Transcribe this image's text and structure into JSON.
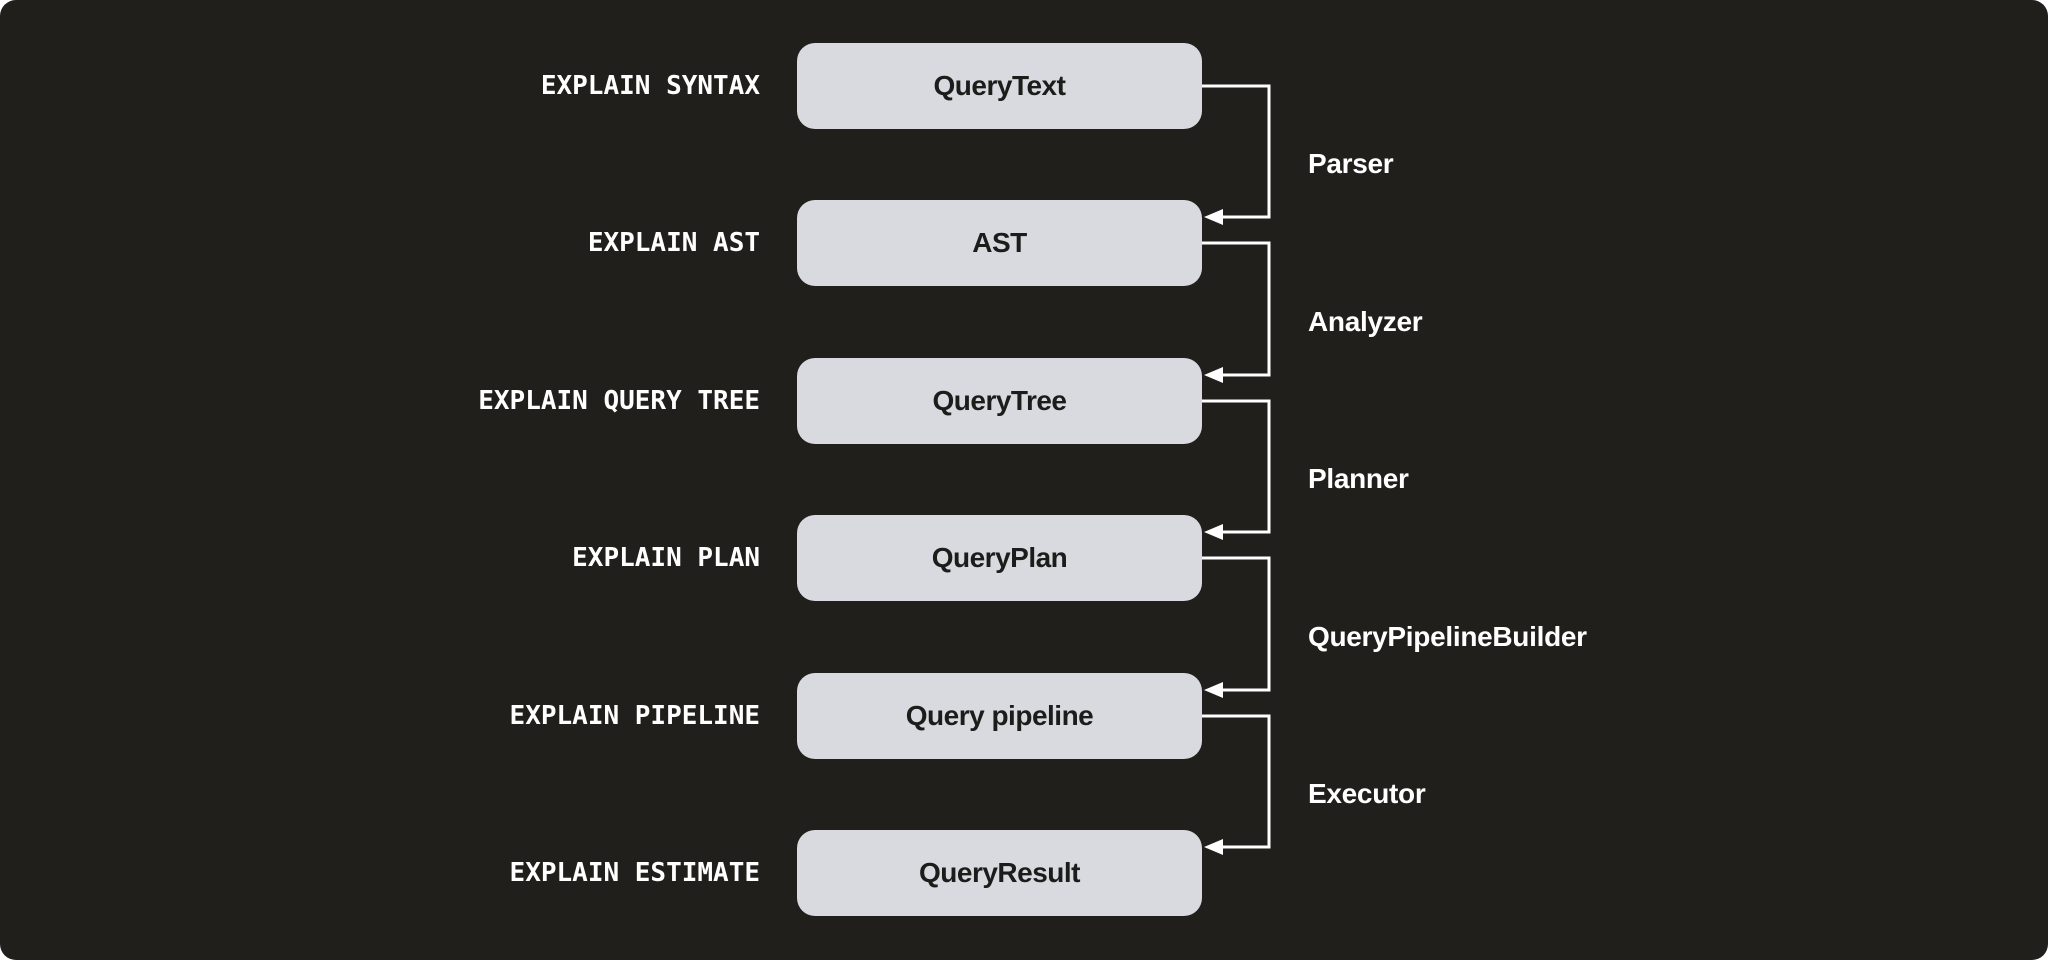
{
  "diagram": {
    "rows": [
      {
        "command": "EXPLAIN SYNTAX",
        "node": "QueryText"
      },
      {
        "command": "EXPLAIN AST",
        "node": "AST"
      },
      {
        "command": "EXPLAIN QUERY TREE",
        "node": "QueryTree"
      },
      {
        "command": "EXPLAIN PLAN",
        "node": "QueryPlan"
      },
      {
        "command": "EXPLAIN PIPELINE",
        "node": "Query pipeline"
      },
      {
        "command": "EXPLAIN ESTIMATE",
        "node": "QueryResult"
      }
    ],
    "stages": [
      {
        "label": "Parser"
      },
      {
        "label": "Analyzer"
      },
      {
        "label": "Planner"
      },
      {
        "label": "QueryPipelineBuilder"
      },
      {
        "label": "Executor"
      }
    ],
    "colors": {
      "page_background": "#ffffff",
      "panel_background": "#201f1b",
      "node_fill": "#d8dae0",
      "node_text": "#1c1c1a",
      "label_text": "#ffffff",
      "connector": "#ffffff"
    }
  }
}
